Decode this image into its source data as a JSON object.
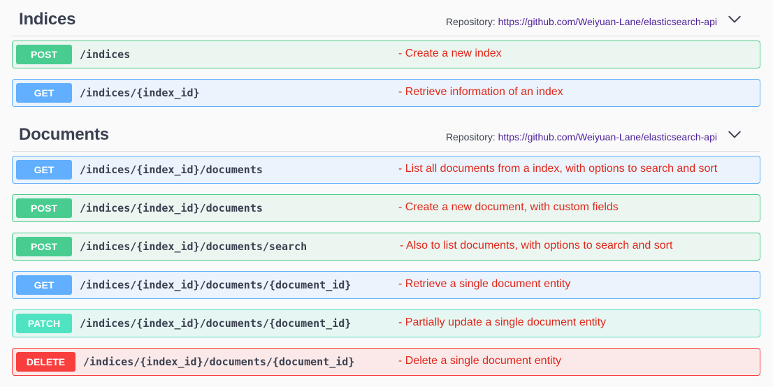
{
  "sections": [
    {
      "title": "Indices",
      "repo_label": "Repository: ",
      "repo_link": "https://github.com/Weiyuan-Lane/elasticsearch-api",
      "operations": [
        {
          "method": "POST",
          "path": "/indices",
          "desc": "- Create a new index"
        },
        {
          "method": "GET",
          "path": "/indices/{index_id}",
          "desc": "- Retrieve information of an index"
        }
      ]
    },
    {
      "title": "Documents",
      "repo_label": "Repository: ",
      "repo_link": "https://github.com/Weiyuan-Lane/elasticsearch-api",
      "operations": [
        {
          "method": "GET",
          "path": "/indices/{index_id}/documents",
          "desc": "- List all documents from a index, with options to search and sort"
        },
        {
          "method": "POST",
          "path": "/indices/{index_id}/documents",
          "desc": "- Create a new document, with custom fields"
        },
        {
          "method": "POST",
          "path": "/indices/{index_id}/documents/search",
          "desc": "- Also to list documents, with options to search and sort"
        },
        {
          "method": "GET",
          "path": "/indices/{index_id}/documents/{document_id}",
          "desc": "- Retrieve a single document entity"
        },
        {
          "method": "PATCH",
          "path": "/indices/{index_id}/documents/{document_id}",
          "desc": "- Partially update a single document entity"
        },
        {
          "method": "DELETE",
          "path": "/indices/{index_id}/documents/{document_id}",
          "desc": "- Delete a single document entity"
        }
      ]
    }
  ],
  "colors": {
    "post": "#49cc90",
    "get": "#61affe",
    "patch": "#50e3c2",
    "delete": "#f93e3e",
    "description": "#e0261a",
    "link": "#4b1e99"
  },
  "icons": {
    "collapse": "chevron-down-icon"
  }
}
